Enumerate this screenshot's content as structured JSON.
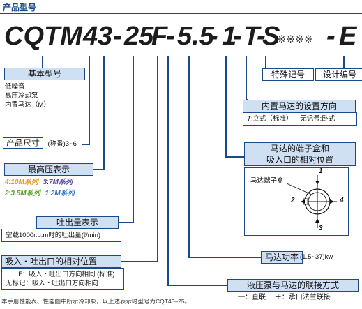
{
  "header": {
    "title": "产品型号"
  },
  "model_code": {
    "prefix": "CQTM",
    "d1": "4",
    "d2": "3",
    "dash1": "-",
    "d3": "25",
    "f": "F",
    "dash2": "-",
    "d4": "5.5",
    "dash3": "-",
    "d5": "1",
    "dash4": "-",
    "t": "T",
    "dash5": "-",
    "s": "S",
    "stars": "※※※※",
    "dash6": "-",
    "e": "E"
  },
  "basic_model": {
    "title": "基本型号",
    "items": [
      "低噪音",
      "高压冷却泵",
      "内置马达（M）"
    ]
  },
  "product_size": {
    "label": "产品尺寸",
    "value": "(称番)3~6"
  },
  "max_pressure": {
    "title": "最高压表示",
    "row1_a_num": "4",
    "row1_a_val": "10M系列",
    "row1_b_num": "3",
    "row1_b_val": "7M系列",
    "row2_a_num": "2",
    "row2_a_val": "3.5M系列",
    "row2_b_num": "1",
    "row2_b_val": "2M系列",
    "colon": ":"
  },
  "displacement": {
    "title": "吐出量表示",
    "desc": "空载1000r.p.m时的吐出量(ℓ/min)"
  },
  "port_position": {
    "title": "吸入・吐出口的相对位置",
    "line1_key": "F",
    "line1_val": "：吸入・吐出口方向相同 (标准)",
    "line2_key": "无标记",
    "line2_val": "：吸入・吐出口方向相向"
  },
  "footnote": "本手册性能表、性能图中所示冷却泵，以上述表示时型号为CQT43–25。",
  "special": {
    "label": "特殊记号"
  },
  "design": {
    "label": "设计编号"
  },
  "motor_install": {
    "title": "内置马达的设置方向",
    "key1": "T",
    "val1": ":立式（标准）",
    "key2": "无记号",
    "val2": ":卧式"
  },
  "terminal_box": {
    "title_line1": "马达的端子盒和",
    "title_line2": "吸入口的相对位置",
    "diagram_label": "马达端子盒",
    "positions": [
      "1",
      "2",
      "3",
      "4"
    ]
  },
  "motor_power": {
    "label": "马达功率",
    "value": "(1.5~37)kw"
  },
  "connection": {
    "title": "液压泵与马达的联接方式",
    "opt1_key": "一",
    "opt1_val": "：直联",
    "opt2_key": "＋",
    "opt2_val": "：承口法兰联接"
  }
}
